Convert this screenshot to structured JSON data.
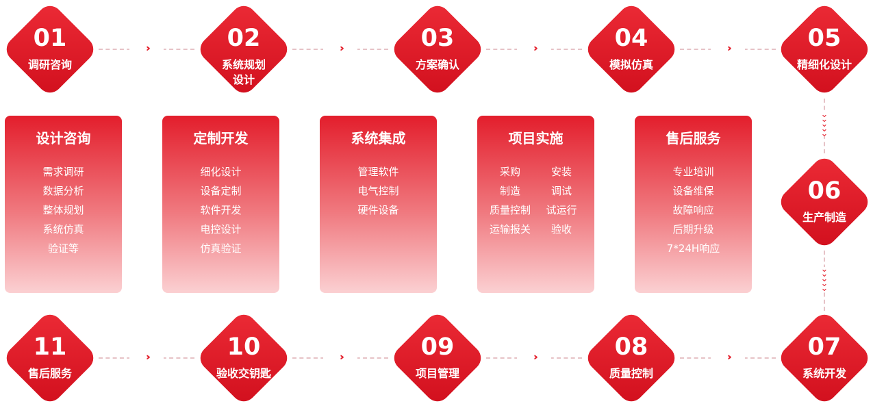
{
  "steps": [
    {
      "num": "01",
      "label": "调研咨询"
    },
    {
      "num": "02",
      "label": "系统规划设计"
    },
    {
      "num": "03",
      "label": "方案确认"
    },
    {
      "num": "04",
      "label": "模拟仿真"
    },
    {
      "num": "05",
      "label": "精细化设计"
    },
    {
      "num": "06",
      "label": "生产制造"
    },
    {
      "num": "07",
      "label": "系统开发"
    },
    {
      "num": "08",
      "label": "质量控制"
    },
    {
      "num": "09",
      "label": "项目管理"
    },
    {
      "num": "10",
      "label": "验收交钥匙"
    },
    {
      "num": "11",
      "label": "售后服务"
    }
  ],
  "cards": [
    {
      "title": "设计咨询",
      "items": [
        "需求调研",
        "数据分析",
        "整体规划",
        "系统仿真",
        "验证等"
      ]
    },
    {
      "title": "定制开发",
      "items": [
        "细化设计",
        "设备定制",
        "软件开发",
        "电控设计",
        "仿真验证"
      ]
    },
    {
      "title": "系统集成",
      "items": [
        "管理软件",
        "电气控制",
        "硬件设备"
      ]
    },
    {
      "title": "项目实施",
      "left": [
        "采购",
        "制造",
        "质量控制",
        "运输报关"
      ],
      "right": [
        "安装",
        "调试",
        "试运行",
        "验收"
      ]
    },
    {
      "title": "售后服务",
      "items": [
        "专业培训",
        "设备维保",
        "故障响应",
        "后期升级",
        "7*24H响应"
      ]
    }
  ],
  "colors": {
    "accent": "#e4232f",
    "connector": "#e6c2c6",
    "card_top": "#e31e2c",
    "card_bottom": "#fbd0d2"
  },
  "icons": {
    "connector_arrow": "chevrons-right-icon",
    "connector_arrow_down": "chevrons-down-icon"
  }
}
